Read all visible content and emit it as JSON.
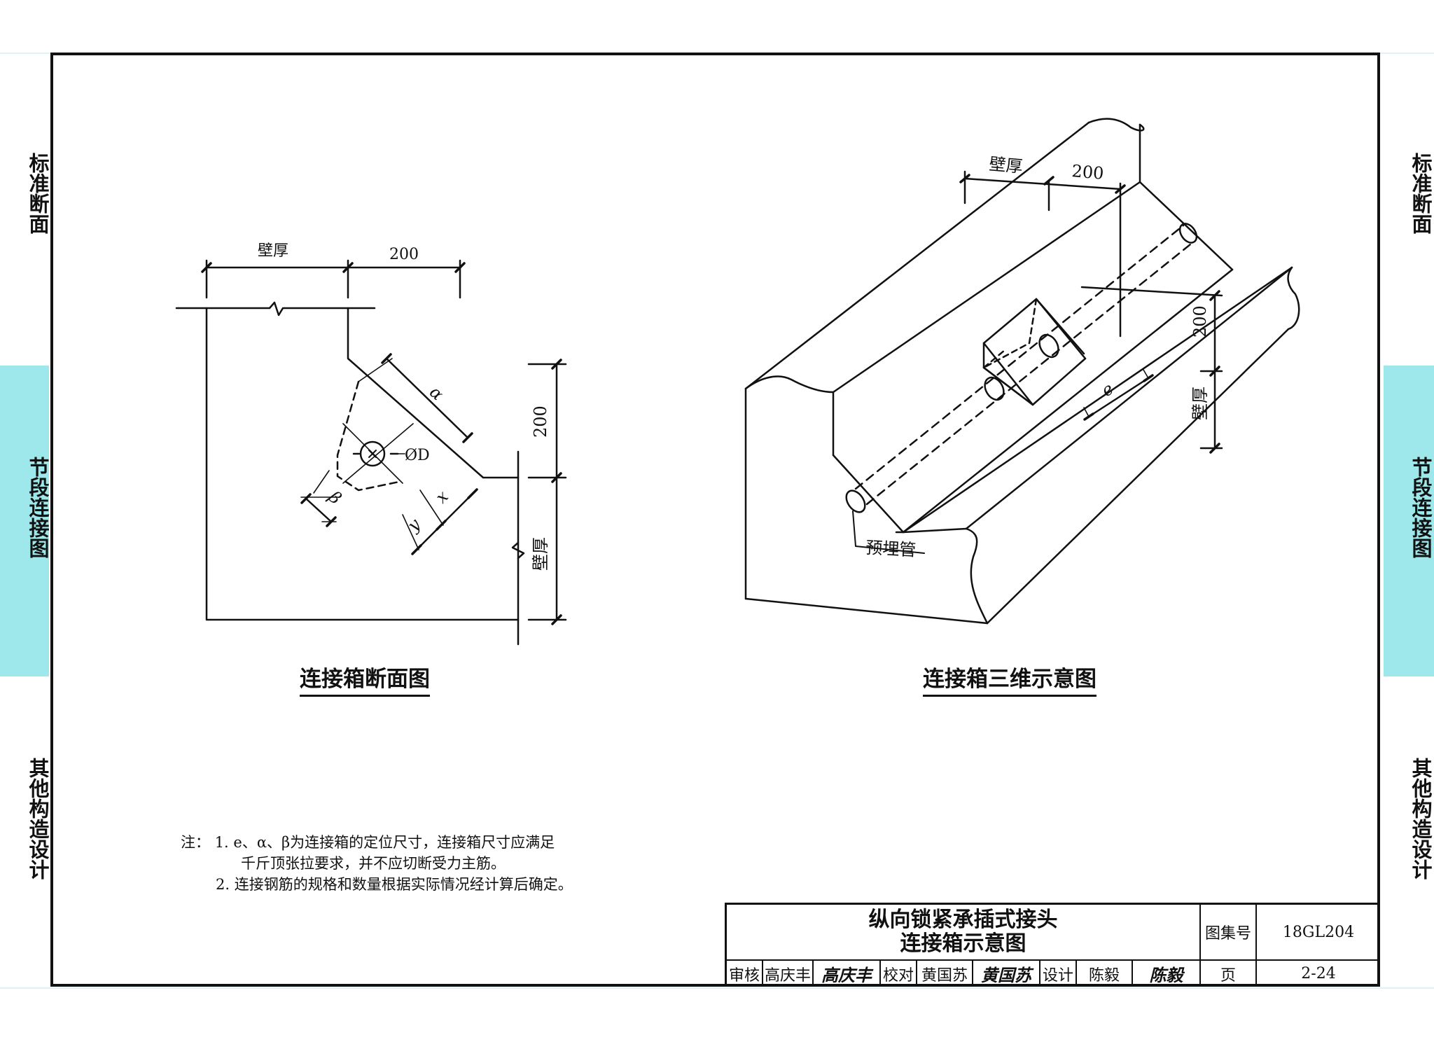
{
  "side_nav": {
    "left": {
      "section_1": "标准断面",
      "section_2": "节段连接图",
      "section_3": "其他构造设计"
    },
    "right": {
      "section_1": "标准断面",
      "section_2": "节段连接图",
      "section_3": "其他构造设计"
    }
  },
  "section_view": {
    "caption": "连接箱断面图",
    "labels": {
      "wall_thickness_top": "壁厚",
      "dim_200_top": "200",
      "alpha": "α",
      "dim_200_right": "200",
      "diameter": "ØD",
      "beta": "β",
      "x": "x",
      "y": "y",
      "wall_thickness_right": "壁厚"
    }
  },
  "iso_view": {
    "caption": "连接箱三维示意图",
    "labels": {
      "wall_thickness_top": "壁厚",
      "dim_200_top": "200",
      "dim_200_right": "200",
      "e": "e",
      "wall_thickness_right": "壁厚",
      "embedded_pipe": "预埋管"
    }
  },
  "notes": {
    "prefix": "注：",
    "item1_num": "1.",
    "item1_line1": "e、α、β为连接箱的定位尺寸，连接箱尺寸应满足",
    "item1_line2": "千斤顶张拉要求，并不应切断受力主筋。",
    "item2_num": "2.",
    "item2_text": "连接钢筋的规格和数量根据实际情况经计算后确定。"
  },
  "title_block": {
    "title_line1": "纵向锁紧承插式接头",
    "title_line2": "连接箱示意图",
    "atlas_label": "图集号",
    "atlas_value": "18GL204",
    "page_label": "页",
    "page_value": "2-24",
    "review_label": "审核",
    "review_name": "高庆丰",
    "review_sig": "高庆丰",
    "check_label": "校对",
    "check_name": "黄国苏",
    "check_sig": "黄国苏",
    "design_label": "设计",
    "design_name": "陈毅",
    "design_sig": "陈毅"
  }
}
